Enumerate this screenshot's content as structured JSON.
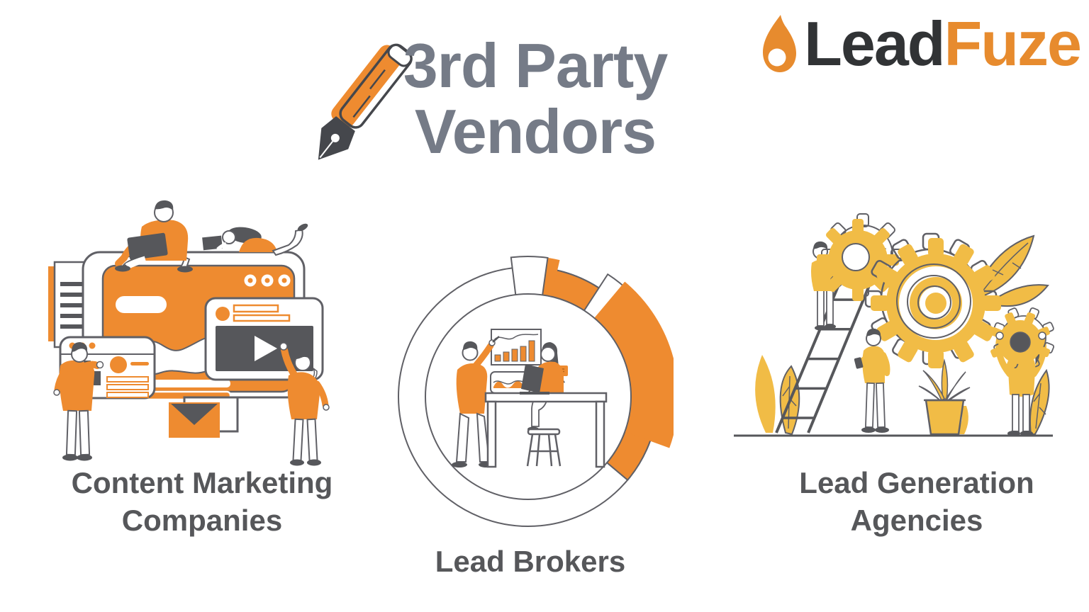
{
  "title": {
    "line1": "3rd Party",
    "line2": "Vendors"
  },
  "logo": {
    "word_dark": "Lead",
    "word_orange": "Fuze"
  },
  "sections": [
    {
      "id": "content-marketing-companies",
      "label_lines": [
        "Content Marketing",
        "Companies"
      ]
    },
    {
      "id": "lead-brokers",
      "label_lines": [
        "Lead Brokers"
      ]
    },
    {
      "id": "lead-generation-agencies",
      "label_lines": [
        "Lead Generation",
        "Agencies"
      ]
    }
  ],
  "icons": {
    "pen": "fountain-pen-icon",
    "flame": "flame-icon"
  },
  "colors": {
    "illustration_orange": "#EE8B30",
    "illustration_yellow": "#F1BC46",
    "outline_gray": "#606066",
    "dark_gray": "#4E4F53",
    "title_gray": "#757B87",
    "label_gray": "#56575A",
    "logo_dark": "#313335",
    "logo_orange": "#E78B2E",
    "background": "#FFFFFF"
  }
}
